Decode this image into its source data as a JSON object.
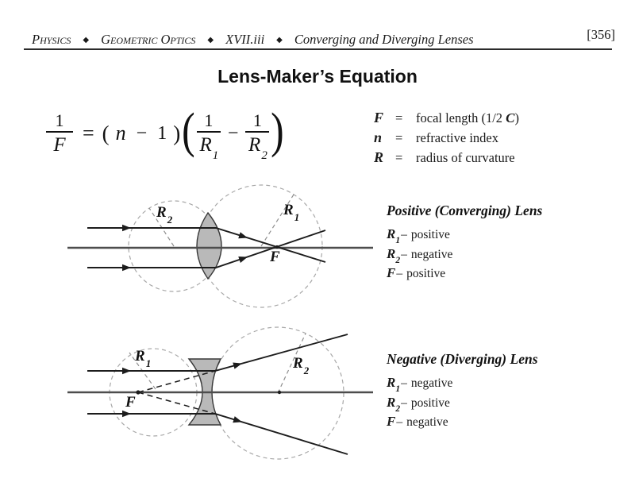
{
  "header": {
    "subject": "Physics",
    "section": "Geometric Optics",
    "subsection": "XVII.iii",
    "topic": "Converging and Diverging Lenses",
    "separator": "◆",
    "page_number": "[356]"
  },
  "title": "Lens-Maker’s Equation",
  "equation": {
    "f1_num": "1",
    "f1_den": "F",
    "equals": "=",
    "open": "(",
    "n": "n",
    "minus1": "−",
    "one": "1",
    "close": ")",
    "big_open": "(",
    "big_close": ")",
    "f2_num": "1",
    "f2_den": "R",
    "f2_sub": "1",
    "minus2": "−",
    "f3_num": "1",
    "f3_den": "R",
    "f3_sub": "2"
  },
  "legend": {
    "rows": [
      {
        "symbol": "F",
        "eq": "=",
        "text": "focal length (1/2 ",
        "text_c": "C",
        "text_end": ")"
      },
      {
        "symbol": "n",
        "eq": "=",
        "text": "refractive index"
      },
      {
        "symbol": "R",
        "eq": "=",
        "text": "radius of curvature"
      }
    ]
  },
  "converging": {
    "labels": {
      "r2_base": "R",
      "r2_sub": "2",
      "r1_base": "R",
      "r1_sub": "1",
      "f": "F"
    },
    "info": {
      "title": "Positive (Converging) Lens",
      "rows": [
        {
          "sym": "R",
          "sub": "1",
          "dash": "–",
          "val": "positive"
        },
        {
          "sym": "R",
          "sub": "2",
          "dash": "–",
          "val": "negative"
        },
        {
          "sym": "F",
          "sub": "",
          "dash": "–",
          "val": "positive"
        }
      ]
    }
  },
  "diverging": {
    "labels": {
      "r1_base": "R",
      "r1_sub": "1",
      "f": "F",
      "r2_base": "R",
      "r2_sub": "2"
    },
    "info": {
      "title": "Negative (Diverging) Lens",
      "rows": [
        {
          "sym": "R",
          "sub": "1",
          "dash": "–",
          "val": "negative"
        },
        {
          "sym": "R",
          "sub": "2",
          "dash": "–",
          "val": "positive"
        },
        {
          "sym": "F",
          "sub": "",
          "dash": "–",
          "val": "negative"
        }
      ]
    }
  }
}
